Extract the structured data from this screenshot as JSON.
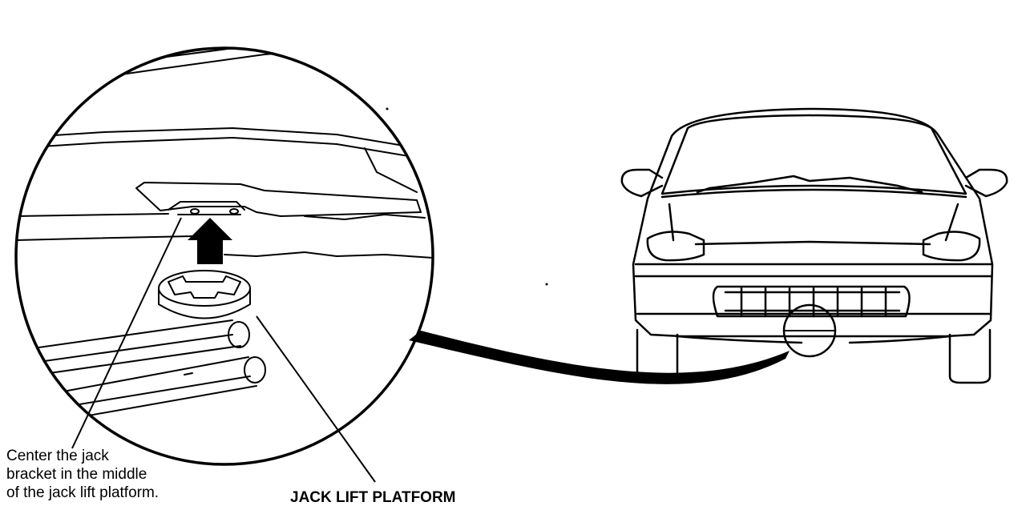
{
  "diagram": {
    "caption_lines": [
      "Center the jack",
      "bracket in the middle",
      "of the jack lift platform."
    ],
    "platform_label": "JACK LIFT PLATFORM"
  },
  "colors": {
    "ink": "#000000",
    "paper": "#ffffff"
  },
  "icons": {
    "lift_direction": "up-arrow-icon"
  }
}
